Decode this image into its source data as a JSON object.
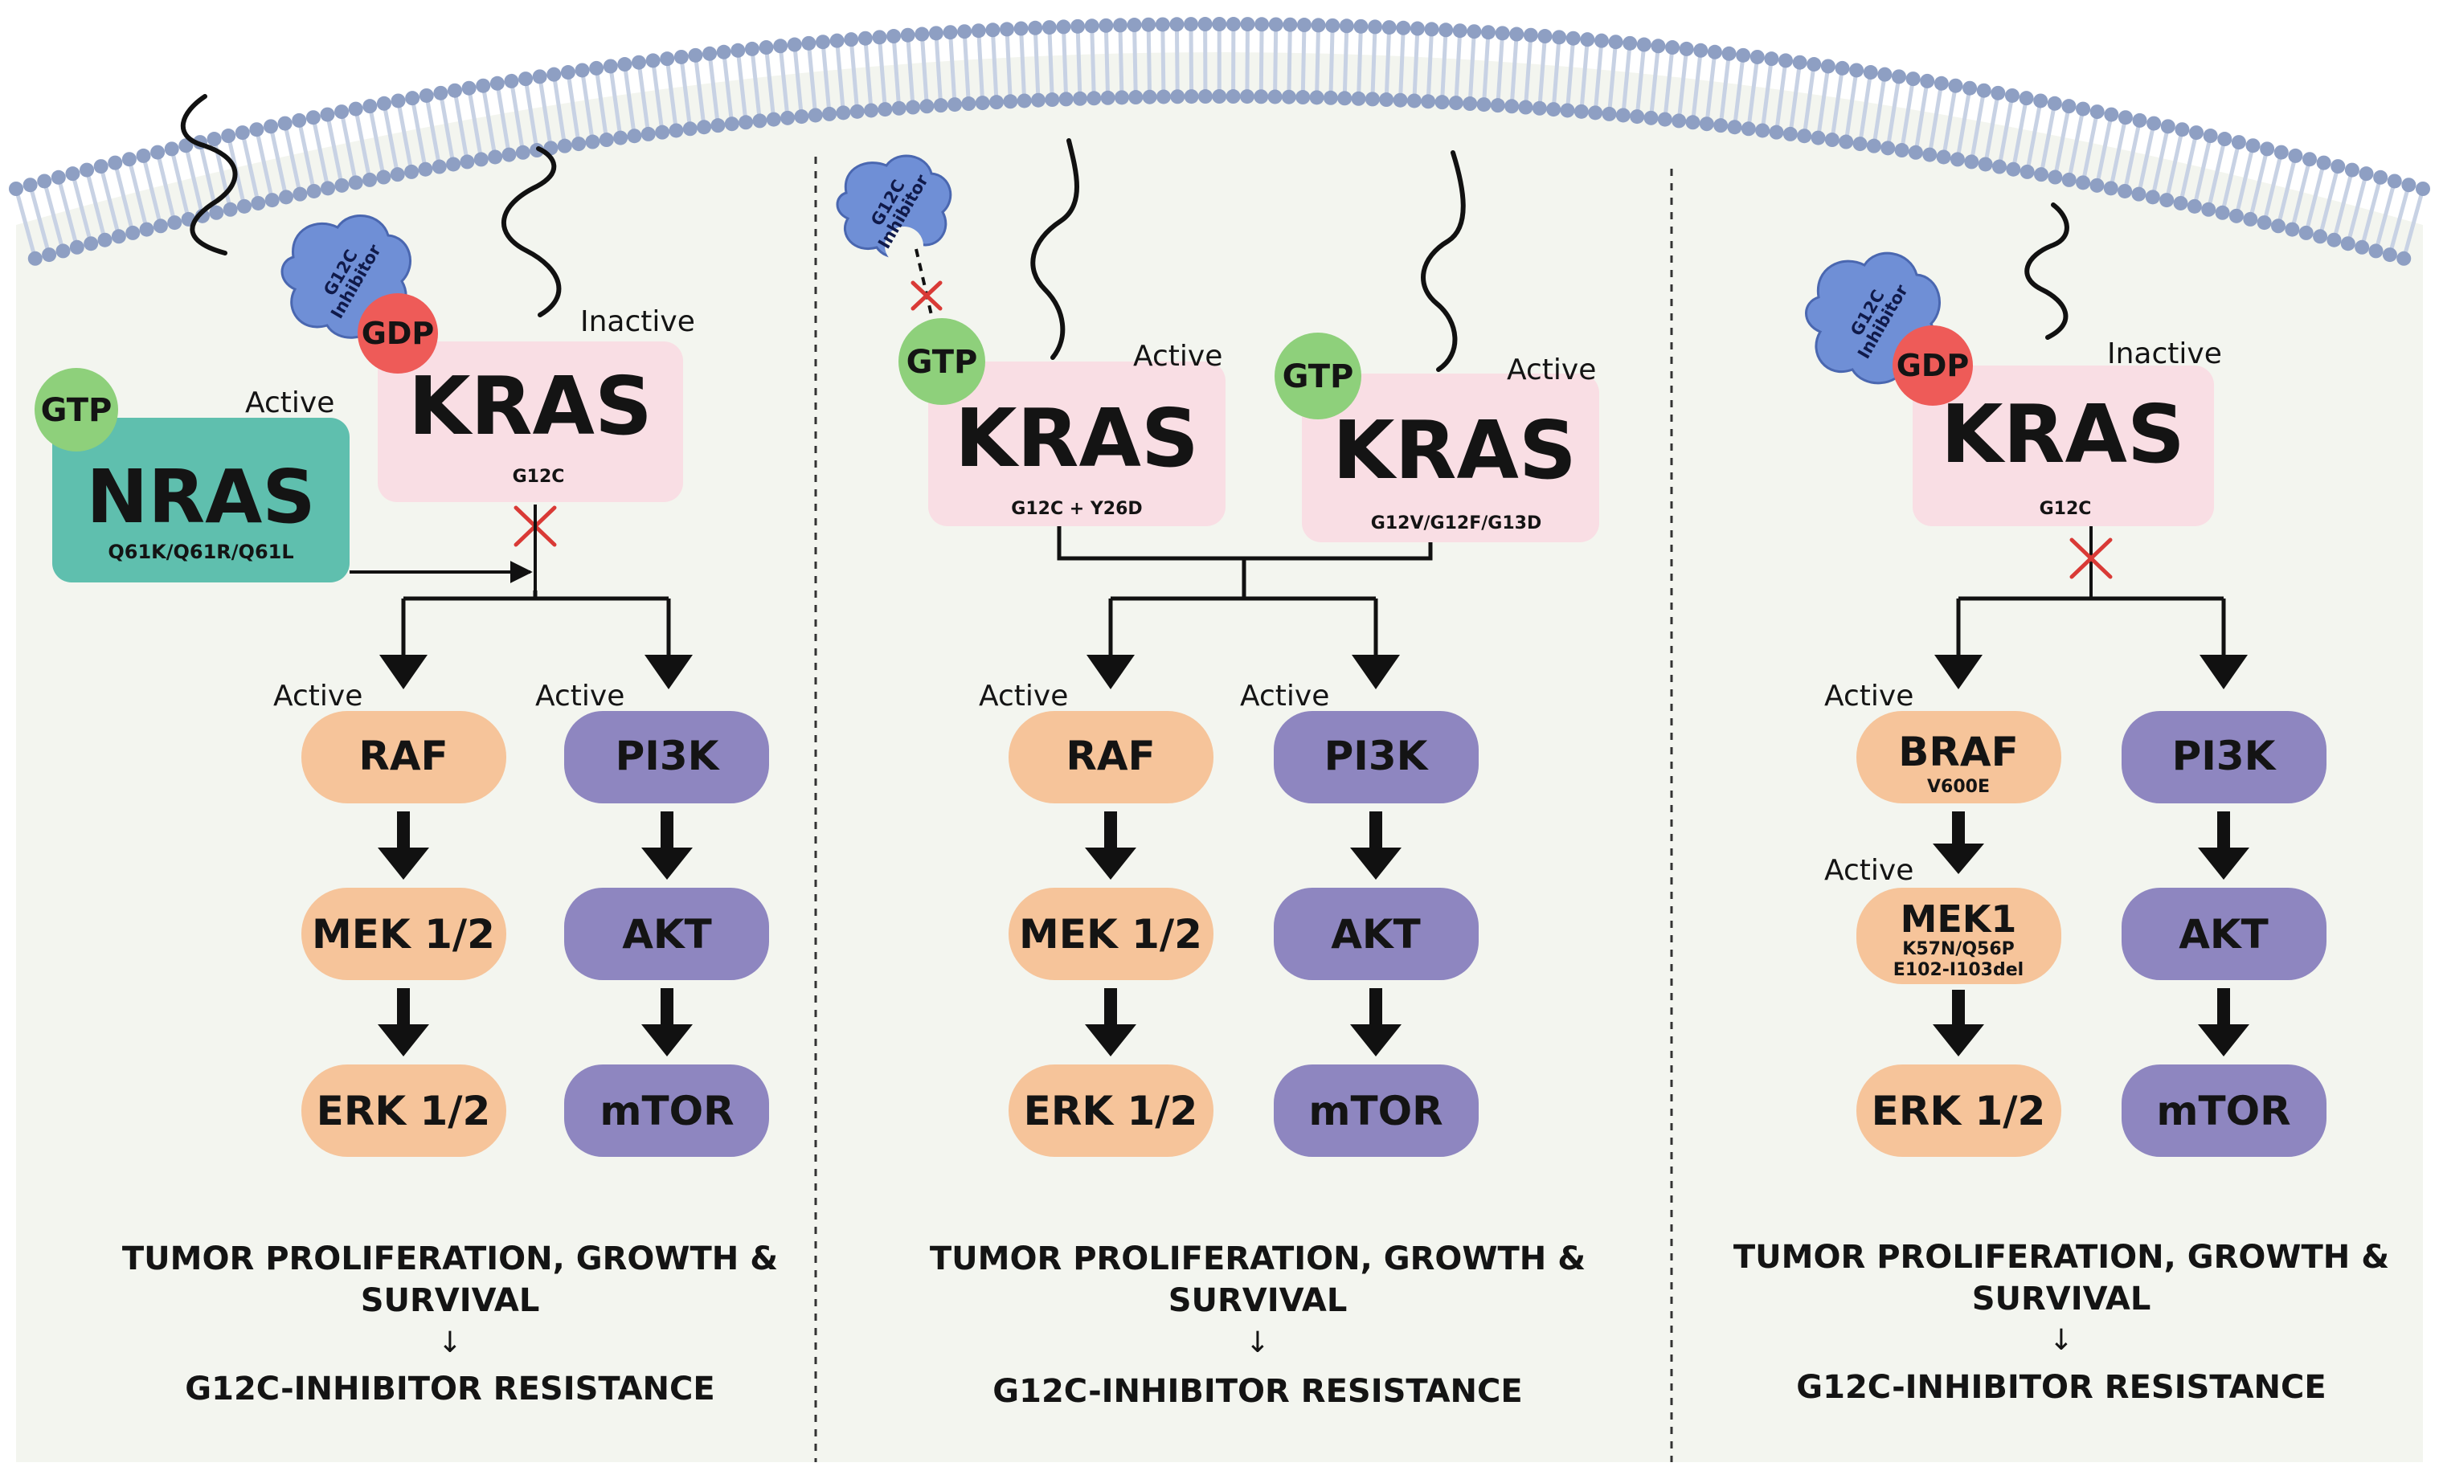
{
  "membrane": {
    "head_color": "#8e9fc3",
    "tail_color": "#c8d2e4",
    "cytoplasm_color": "#f3f5ef"
  },
  "colors": {
    "kras_box": "#f9dee4",
    "nras_box": "#5fbfae",
    "mapk_node": "#f6c49a",
    "pi3k_node": "#8e86c0",
    "gtp": "#8ed07b",
    "gdp": "#ee5b58",
    "inhibitor": "#6f8fd6",
    "block_mark": "#d93a36",
    "line": "#111111"
  },
  "icons": {
    "block": "red-x-icon",
    "inhibitor": "g12c-inhibitor-protein-icon"
  },
  "panels": [
    {
      "id": "nras",
      "nras": {
        "label": "NRAS",
        "mutations": "Q61K/Q61R/Q61L",
        "state": "Active",
        "nucleotide": "GTP"
      },
      "kras": {
        "label": "KRAS",
        "mutation": "G12C",
        "state": "Inactive",
        "nucleotide": "GDP",
        "inhibitor_label": "G12C\nInhibitor"
      },
      "left_column": [
        {
          "label": "RAF",
          "state": "Active"
        },
        {
          "label": "MEK 1/2"
        },
        {
          "label": "ERK 1/2"
        }
      ],
      "right_column": [
        {
          "label": "PI3K",
          "state": "Active"
        },
        {
          "label": "AKT"
        },
        {
          "label": "mTOR"
        }
      ],
      "outcome_line1": "TUMOR PROLIFERATION, GROWTH &",
      "outcome_line2": "SURVIVAL",
      "arrow": "↓",
      "resistance": "G12C-INHIBITOR RESISTANCE"
    },
    {
      "id": "kras-secondary",
      "kras_a": {
        "label": "KRAS",
        "mutation": "G12C + Y26D",
        "state": "Active",
        "nucleotide": "GTP",
        "inhibitor_label": "G12C\nInhibitor"
      },
      "kras_b": {
        "label": "KRAS",
        "mutation": "G12V/G12F/G13D",
        "state": "Active",
        "nucleotide": "GTP"
      },
      "left_column": [
        {
          "label": "RAF",
          "state": "Active"
        },
        {
          "label": "MEK 1/2"
        },
        {
          "label": "ERK 1/2"
        }
      ],
      "right_column": [
        {
          "label": "PI3K",
          "state": "Active"
        },
        {
          "label": "AKT"
        },
        {
          "label": "mTOR"
        }
      ],
      "outcome_line1": "TUMOR PROLIFERATION, GROWTH &",
      "outcome_line2": "SURVIVAL",
      "arrow": "↓",
      "resistance": "G12C-INHIBITOR RESISTANCE"
    },
    {
      "id": "braf-mek",
      "kras": {
        "label": "KRAS",
        "mutation": "G12C",
        "state": "Inactive",
        "nucleotide": "GDP",
        "inhibitor_label": "G12C\nInhibitor"
      },
      "left_column": [
        {
          "label": "BRAF",
          "sub": "V600E",
          "state": "Active"
        },
        {
          "label": "MEK1",
          "sub1": "K57N/Q56P",
          "sub2": "E102-I103del",
          "state": "Active"
        },
        {
          "label": "ERK 1/2"
        }
      ],
      "right_column": [
        {
          "label": "PI3K"
        },
        {
          "label": "AKT"
        },
        {
          "label": "mTOR"
        }
      ],
      "outcome_line1": "TUMOR PROLIFERATION, GROWTH &",
      "outcome_line2": "SURVIVAL",
      "arrow": "↓",
      "resistance": "G12C-INHIBITOR RESISTANCE"
    }
  ]
}
